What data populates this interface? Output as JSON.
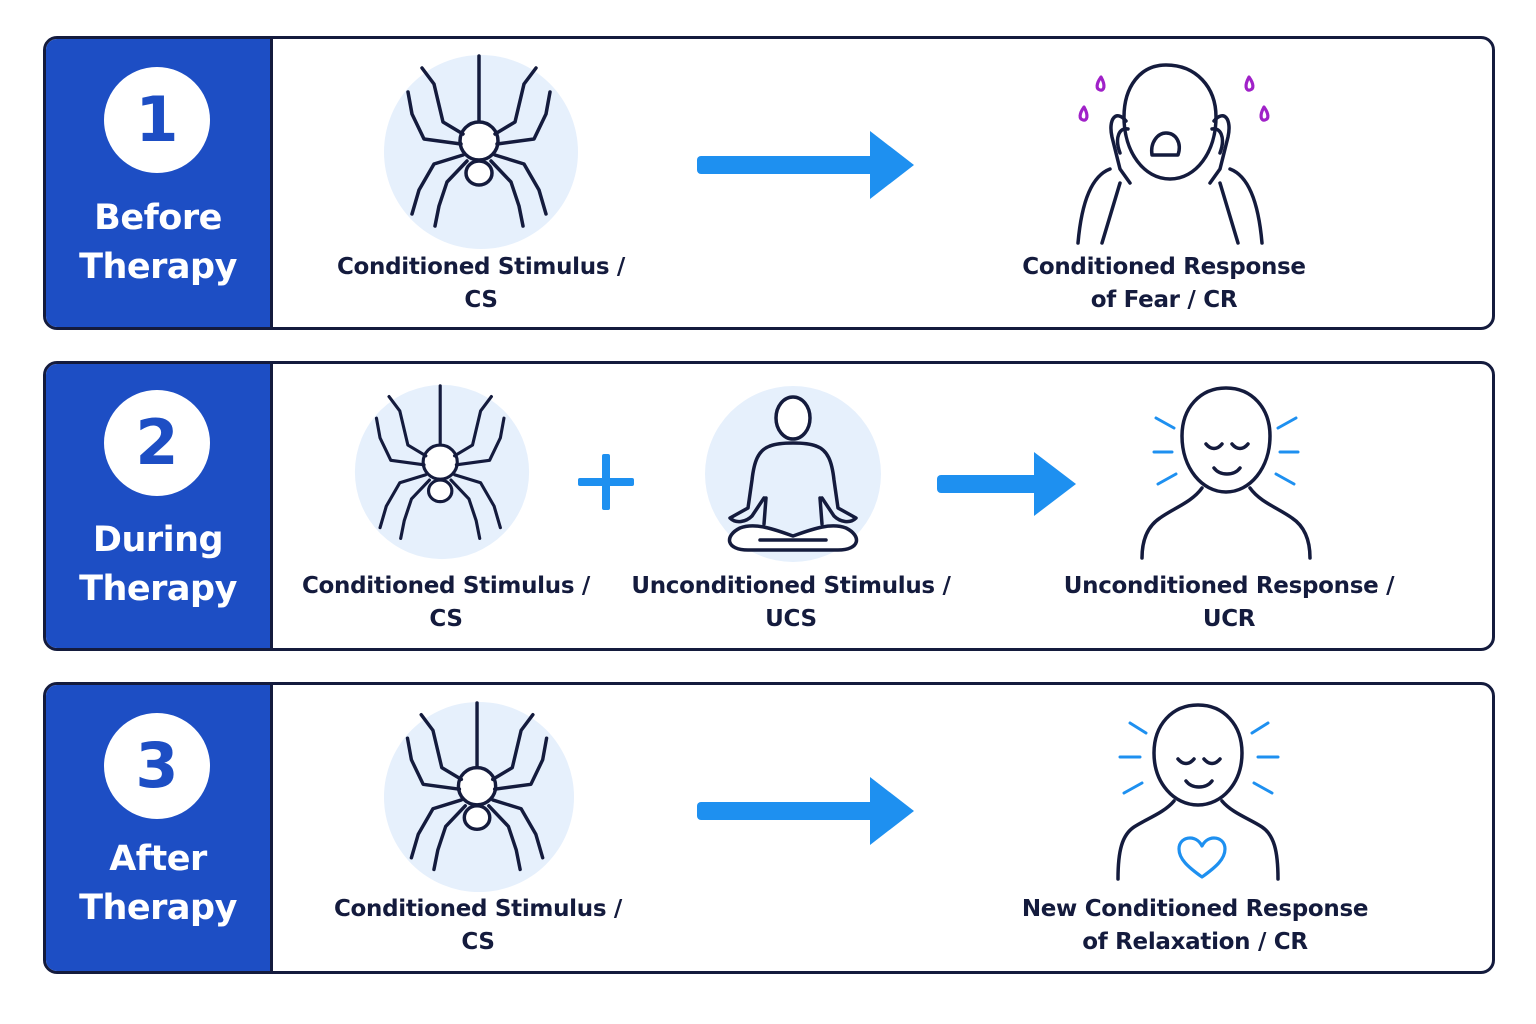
{
  "accent_color": "#1d4ec4",
  "arrow_color": "#1e90f0",
  "panels": [
    {
      "number": "1",
      "stage": [
        "Before",
        "Therapy"
      ],
      "stimulus_label": [
        "Conditioned Stimulus /",
        "CS"
      ],
      "response_label": [
        "Conditioned Response",
        "of Fear / CR"
      ]
    },
    {
      "number": "2",
      "stage": [
        "During",
        "Therapy"
      ],
      "stimulus_label": [
        "Conditioned Stimulus /",
        "CS"
      ],
      "second_stimulus_label": [
        "Unconditioned Stimulus /",
        "UCS"
      ],
      "response_label": [
        "Unconditioned Response /",
        "UCR"
      ]
    },
    {
      "number": "3",
      "stage": [
        "After",
        "Therapy"
      ],
      "stimulus_label": [
        "Conditioned Stimulus /",
        "CS"
      ],
      "response_label": [
        "New Conditioned Response",
        "of Relaxation / CR"
      ]
    }
  ],
  "icons": [
    "spider-icon",
    "arrow-right-icon",
    "fearful-person-icon",
    "plus-icon",
    "meditating-person-icon",
    "relaxed-person-icon",
    "heart-icon"
  ]
}
